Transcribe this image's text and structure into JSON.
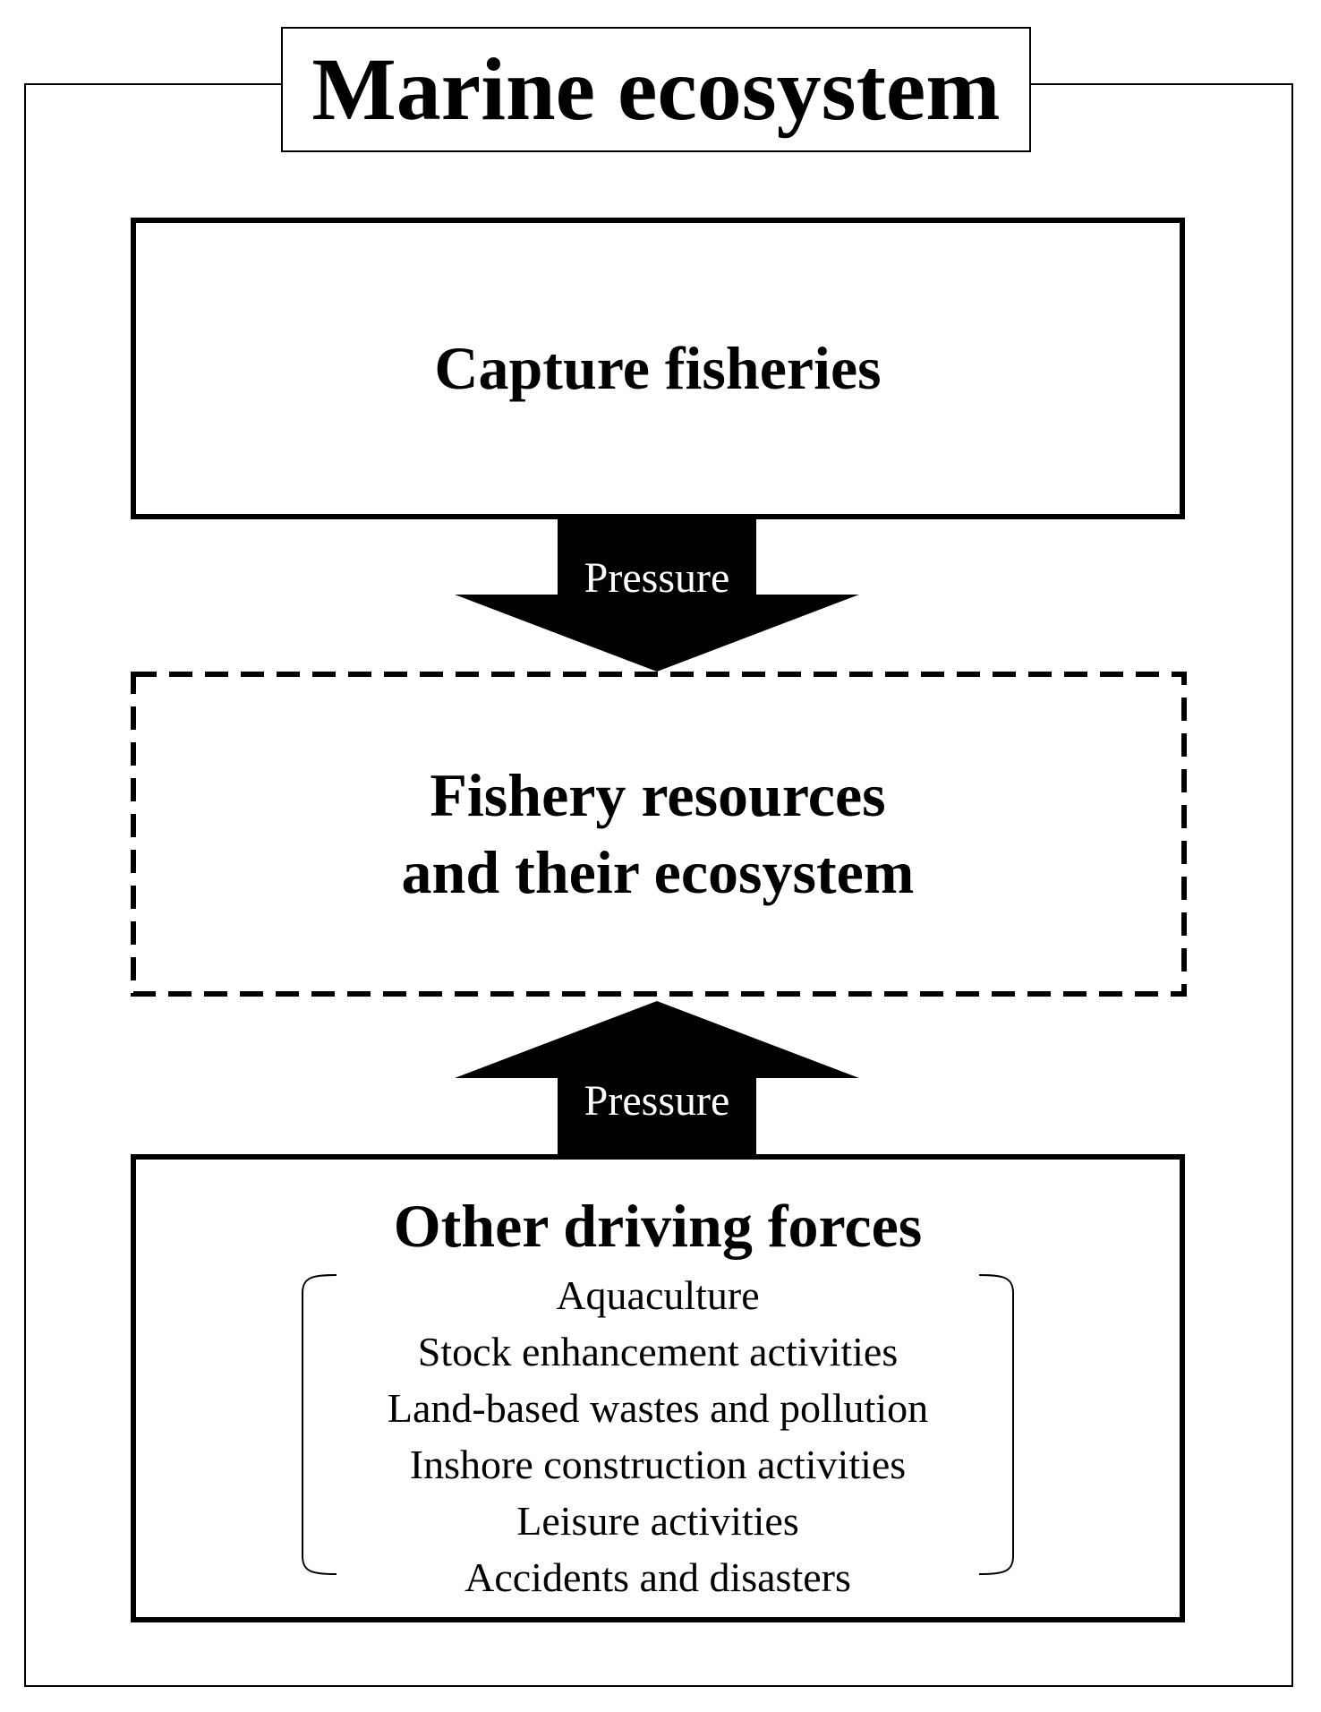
{
  "diagram": {
    "title": "Marine ecosystem",
    "capture_box": {
      "label": "Capture fisheries"
    },
    "resources_box": {
      "lines": [
        "Fishery resources",
        "and their ecosystem"
      ]
    },
    "top_arrow": {
      "label": "Pressure",
      "direction": "down"
    },
    "bottom_arrow": {
      "label": "Pressure",
      "direction": "up"
    },
    "other_box": {
      "title": "Other driving forces",
      "items": [
        "Aquaculture",
        "Stock enhancement activities",
        "Land-based wastes and pollution",
        "Inshore construction activities",
        "Leisure activities",
        "Accidents and disasters"
      ]
    }
  },
  "colors": {
    "stroke": "#000000",
    "background": "#ffffff",
    "arrow_fill": "#000000",
    "arrow_text": "#ffffff"
  }
}
